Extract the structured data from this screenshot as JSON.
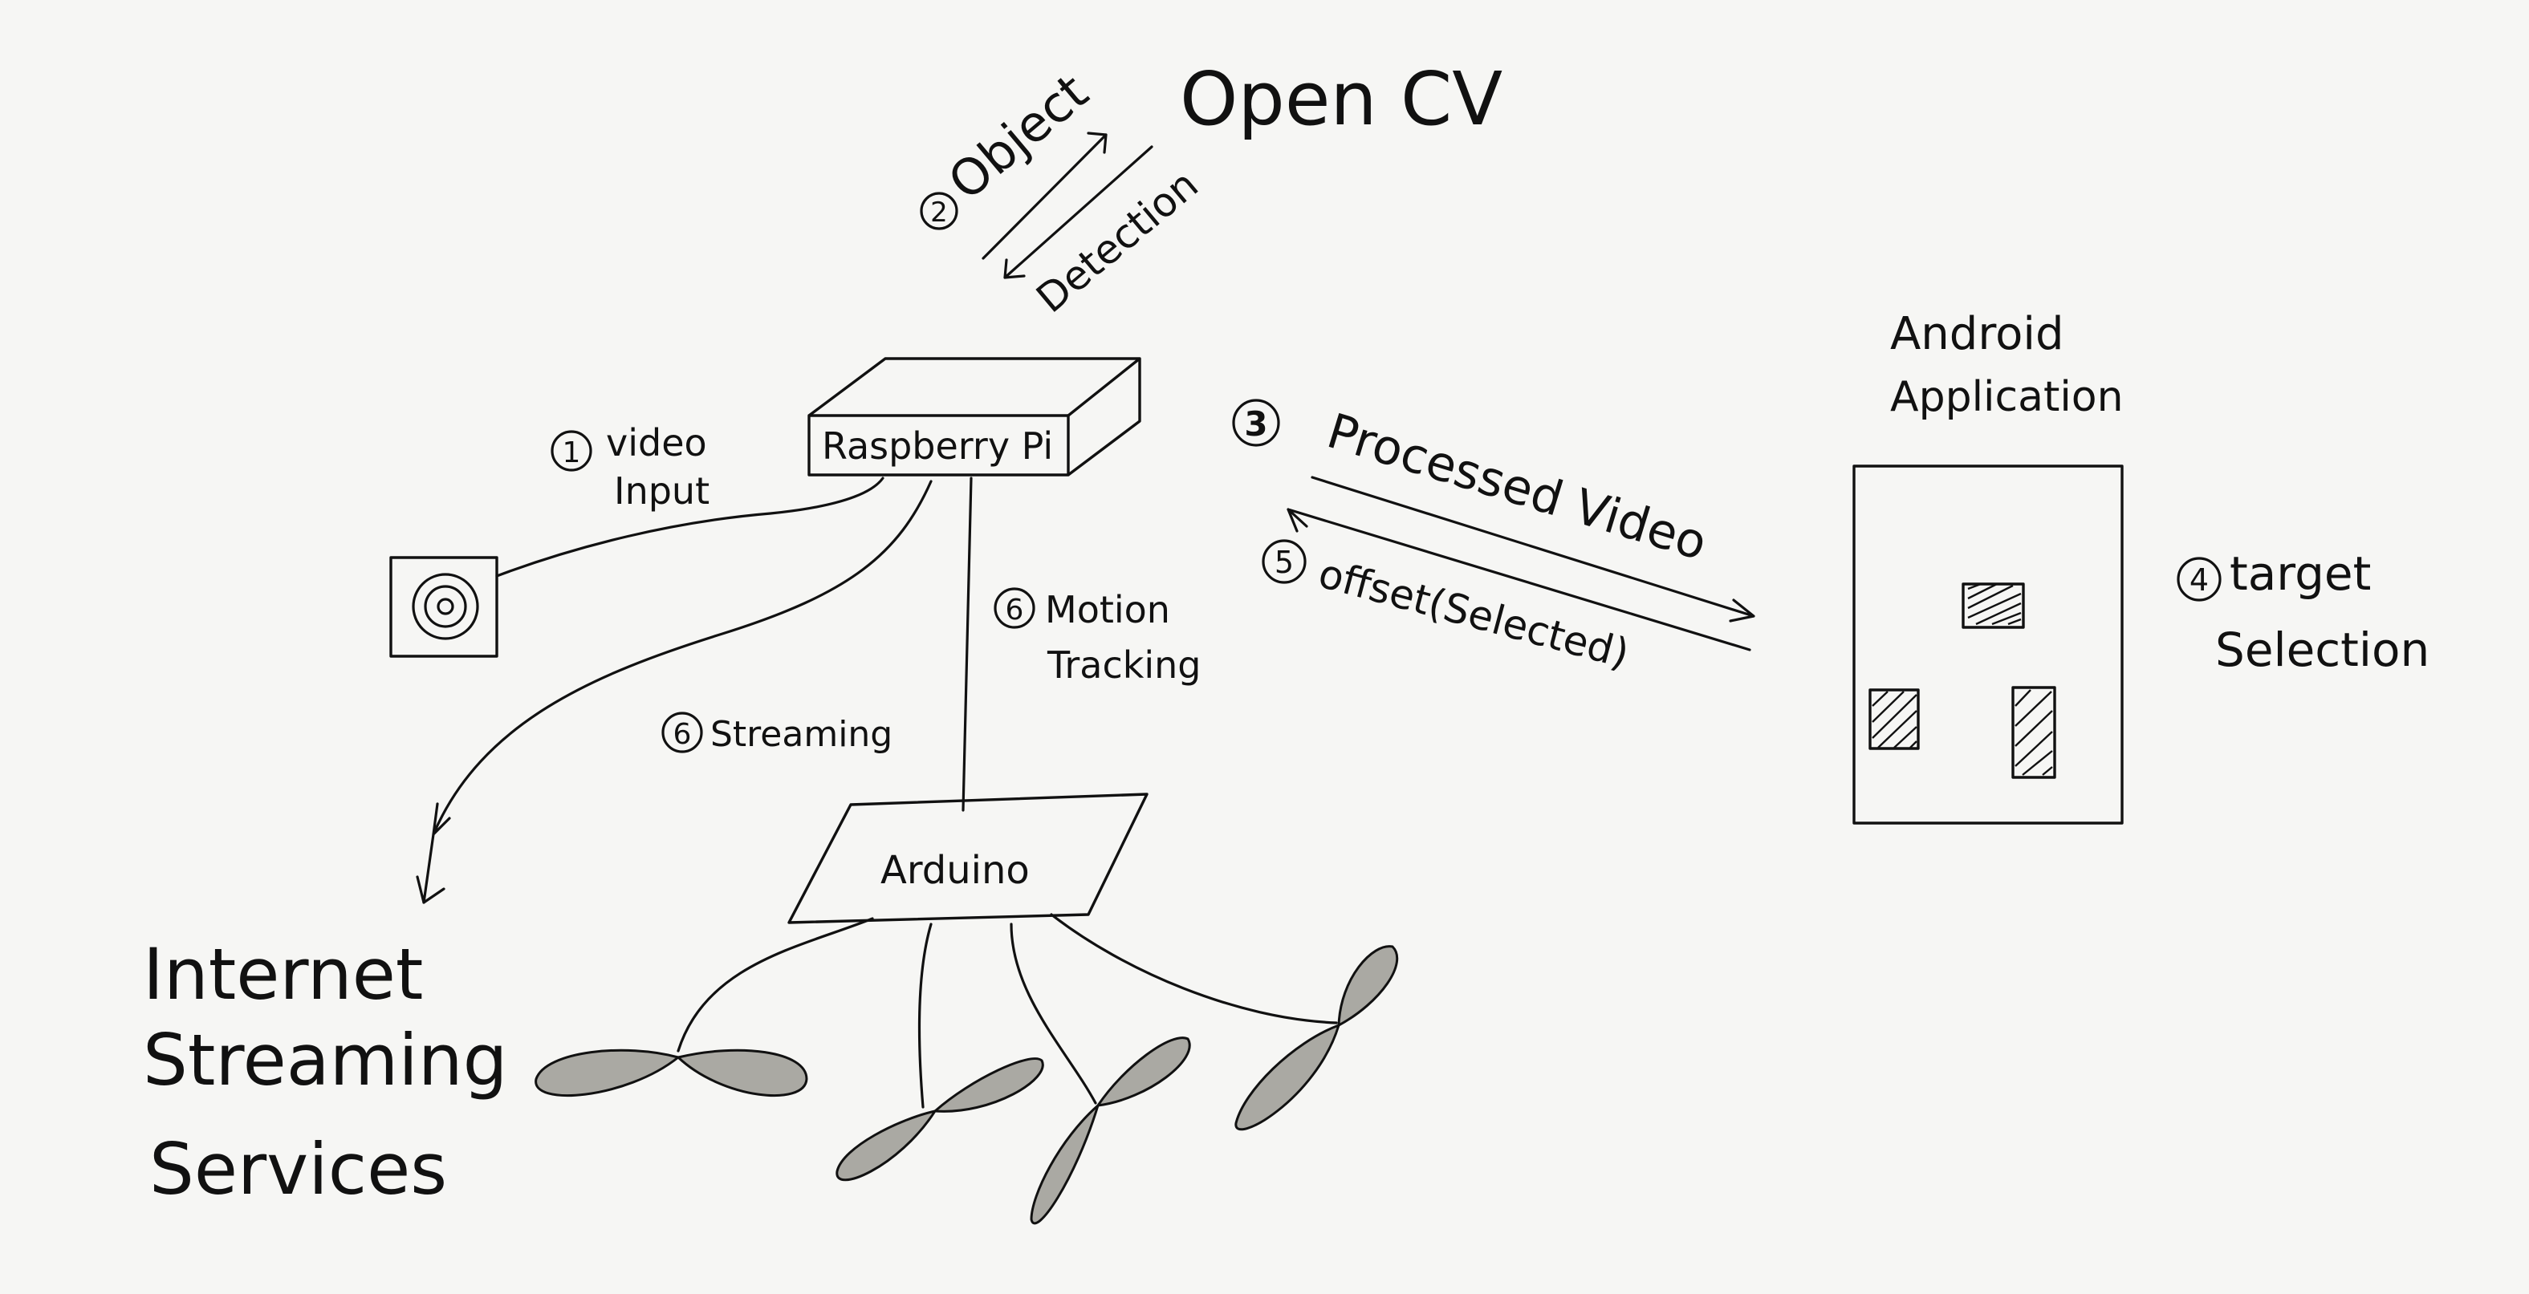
{
  "diagram": {
    "labels": {
      "opencv": "Open CV",
      "object": "Object",
      "detection": "Detection",
      "raspberry_pi": "Raspberry Pi",
      "video_input_l1": "video",
      "video_input_l2": "Input",
      "processed_video": "Processed Video",
      "offset_selected": "offset(Selected)",
      "android_l1": "Android",
      "android_l2": "Application",
      "target_l1": "target",
      "target_l2": "Selection",
      "motion_l1": "Motion",
      "motion_l2": "Tracking",
      "streaming": "Streaming",
      "arduino": "Arduino",
      "internet_l1": "Internet",
      "internet_l2": "Streaming",
      "internet_l3": "Services"
    },
    "step_numbers": {
      "video_input": "1",
      "object_detection": "2",
      "processed_video": "3",
      "target_selection": "4",
      "offset": "5",
      "motion_tracking": "6",
      "streaming": "6"
    }
  }
}
